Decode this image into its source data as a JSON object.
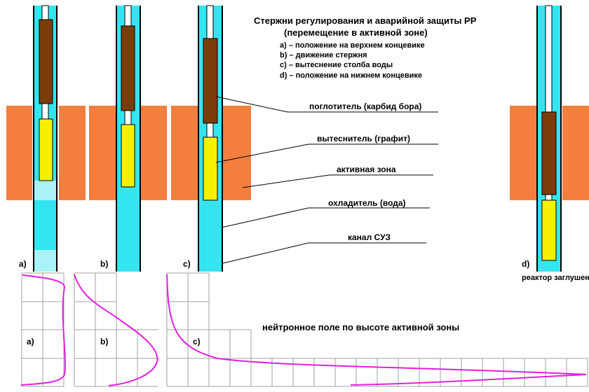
{
  "title": {
    "line1": "Стержни регулирования и аварийной защиты РР",
    "line2": "(перемещение в активной зоне)"
  },
  "legend": [
    "a) – положение на верхнем концевике",
    "b) – движение стержня",
    "c) – вытеснение столба воды",
    "d) – положение на нижнем концевике"
  ],
  "callouts": {
    "absorber": "поглотитель (карбид бора)",
    "displacer": "вытеснитель (графит)",
    "core": "активная зона",
    "coolant": "охладитель (вода)",
    "channel": "канал СУЗ"
  },
  "channel_labels": {
    "a": "a)",
    "b": "b)",
    "c": "c)",
    "d": "d)"
  },
  "d_caption": "реактор заглушен",
  "neutron_field_label": "нейтронное поле по высоте активной зоны",
  "graph_labels": {
    "a": "a)",
    "b": "b)",
    "c": "c)"
  },
  "colors": {
    "channel_water": "#33e5f0",
    "water_light": "#a9f2f8",
    "absorber": "#7a3d0a",
    "displacer": "#f5f000",
    "core_block": "#f47e3e",
    "flux_curve": "#e020e0",
    "grid": "#a0a0a0"
  }
}
